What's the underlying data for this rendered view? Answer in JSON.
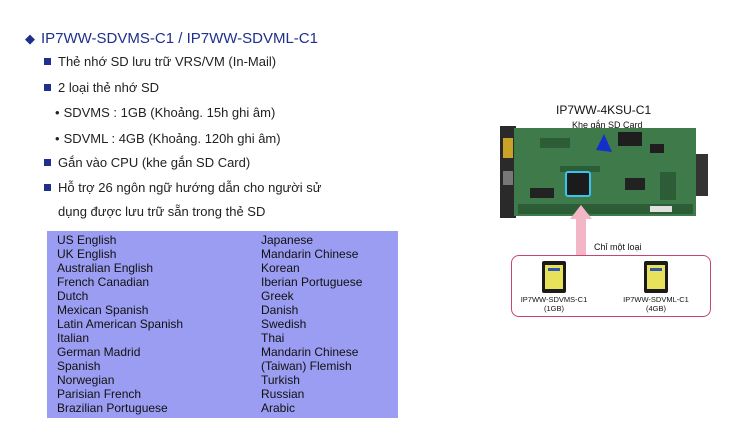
{
  "title": "IP7WW-SDVMS-C1 / IP7WW-SDVML-C1",
  "bullets": {
    "b1": "Thẻ nhớ SD lưu trữ VRS/VM (In-Mail)",
    "b2": "2 loại thẻ nhớ SD",
    "sub1": "SDVMS : 1GB (Khoảng. 15h ghi âm)",
    "sub2": "SDVML : 4GB (Khoảng. 120h ghi âm)",
    "b3": "Gắn vào CPU (khe gắn SD Card)",
    "b4_line1": "Hỗ trợ 26 ngôn ngữ hướng dẫn cho người sử",
    "b4_line2": "dụng được lưu trữ sẵn trong thẻ SD"
  },
  "languages": {
    "left": [
      "US English",
      "UK English",
      "Australian English",
      "French Canadian",
      "Dutch",
      "Mexican Spanish",
      "Latin American Spanish",
      "Italian",
      "German  Madrid",
      "Spanish",
      "Norwegian",
      "Parisian French",
      "Brazilian Portuguese"
    ],
    "right": [
      "Japanese",
      "Mandarin Chinese",
      "Korean",
      "Iberian Portuguese",
      "Greek",
      "Danish",
      "Swedish",
      "Thai",
      "Mandarin Chinese",
      "(Taiwan)  Flemish",
      "Turkish",
      "Russian",
      "Arabic"
    ]
  },
  "card": {
    "title": "IP7WW-4KSU-C1",
    "slot_label": "Khe gắn SD Card",
    "only_one": "Chỉ một loại"
  },
  "sd_cards": [
    {
      "name": "IP7WW-SDVMS-C1",
      "size": "(1GB)"
    },
    {
      "name": "IP7WW-SDVML-C1",
      "size": "(4GB)"
    }
  ],
  "colors": {
    "title_blue": "#1f2f8c",
    "lang_box": "#9a9df2",
    "sd_box_border": "#c4476e",
    "board_green": "#3f7a4a"
  }
}
